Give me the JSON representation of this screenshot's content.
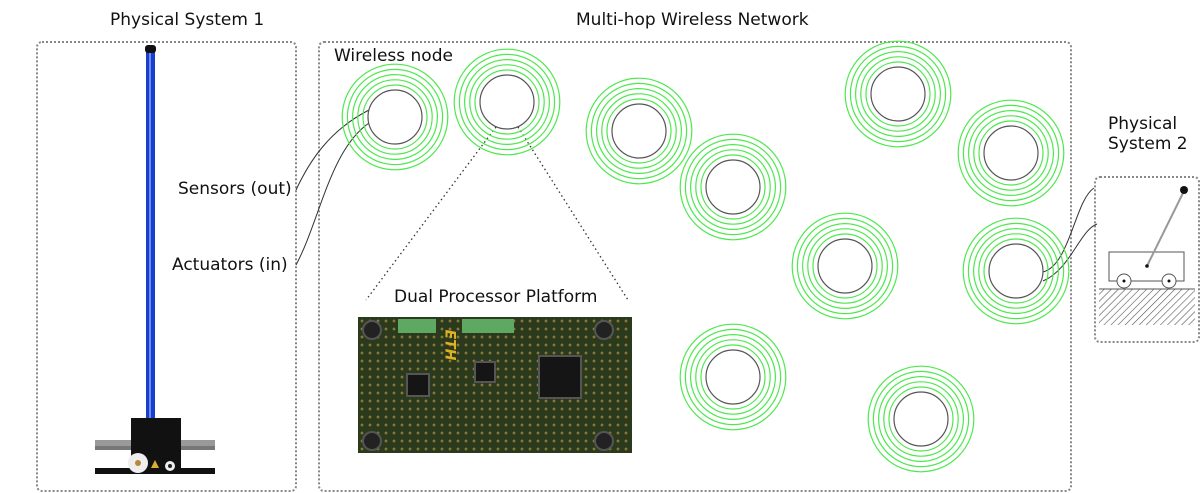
{
  "titles": {
    "physical_system_1": "Physical System 1",
    "network": "Multi-hop Wireless Network",
    "physical_system_2_line1": "Physical",
    "physical_system_2_line2": "System 2"
  },
  "labels": {
    "wireless_node": "Wireless node",
    "sensors": "Sensors (out)",
    "actuators": "Actuators (in)",
    "platform": "Dual Processor Platform",
    "pcb_logo": "ETH"
  },
  "colors": {
    "ring": "#4ee84e",
    "node_border": "#555555",
    "pendulum_rod": "#1a3fc9",
    "panel_border": "#888888"
  },
  "nodes": [
    {
      "id": "node-1",
      "ring_count": 5
    },
    {
      "id": "node-2",
      "ring_count": 5
    },
    {
      "id": "node-3",
      "ring_count": 5
    },
    {
      "id": "node-4",
      "ring_count": 5
    },
    {
      "id": "node-5",
      "ring_count": 5
    },
    {
      "id": "node-6",
      "ring_count": 5
    },
    {
      "id": "node-7",
      "ring_count": 5
    },
    {
      "id": "node-8",
      "ring_count": 5
    },
    {
      "id": "node-9",
      "ring_count": 5
    },
    {
      "id": "node-10",
      "ring_count": 5
    }
  ]
}
